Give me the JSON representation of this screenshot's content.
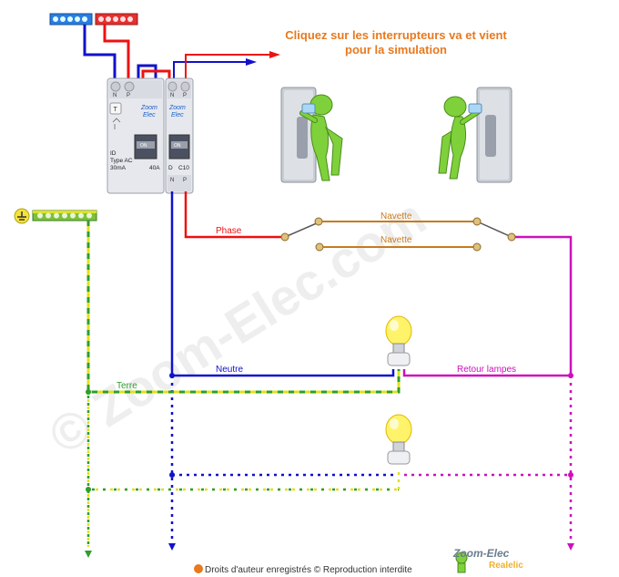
{
  "instruction": {
    "line1": "Cliquez sur les interrupteurs va et vient",
    "line2": "pour la simulation"
  },
  "breakers": {
    "differential": {
      "terminals": [
        "N",
        "P"
      ],
      "brand": "Zoom\nElec",
      "brand_line1": "Zoom",
      "brand_line2": "Elec",
      "test_button": "T",
      "label_id": "ID",
      "label_type": "Type AC",
      "label_sensitivity": "30mA",
      "rating": "40A"
    },
    "circuit": {
      "terminals": [
        "N",
        "P"
      ],
      "brand_line1": "Zoom",
      "brand_line2": "Elec",
      "label_d": "D",
      "rating": "C10",
      "bottom_terminals": [
        "N",
        "P"
      ]
    },
    "toggle_on": "ON"
  },
  "wires": {
    "phase": "Phase",
    "navette1": "Navette",
    "navette2": "Navette",
    "neutre": "Neutre",
    "terre": "Terre",
    "retour": "Retour lampes"
  },
  "footer": {
    "copyright": "Droits d'auteur enregistrés © Reproduction interdite",
    "logo_text": "Zoom-Elec",
    "logo_sub": "Realelic"
  },
  "watermark": "© Zoom-Elec.com",
  "colors": {
    "phase": "#ee1111",
    "neutre": "#1111cc",
    "navette": "#c87a1e",
    "retour": "#cc11bb",
    "terre_green": "#2e9e2e",
    "terre_yellow": "#e0e020",
    "accent": "#e8791e"
  }
}
